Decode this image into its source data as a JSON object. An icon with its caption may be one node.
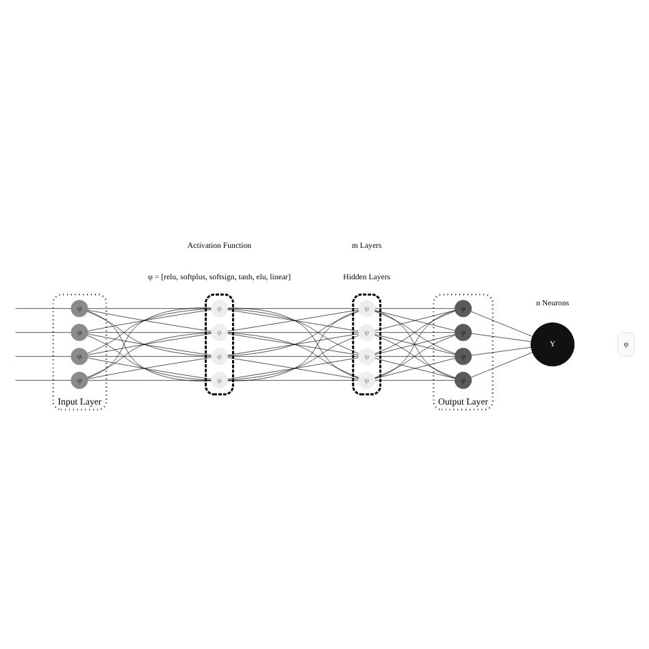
{
  "diagram": {
    "nodes": [
      {
        "text": [
          "Input Layer"
        ]
      },
      {
        "text": [
          "φ"
        ],
        "in": 0
      },
      {
        "text": [
          "φ"
        ],
        "in": 0
      },
      {
        "text": [
          "φ"
        ],
        "in": 0
      },
      {
        "text": [
          "φ"
        ],
        "in": 0
      },
      {
        "text": [],
        "shape": "ellipse"
      },
      {
        "text": [
          "φ"
        ],
        "in": 5
      },
      {
        "text": [
          "φ"
        ],
        "in": 5
      },
      {
        "text": [
          "φ"
        ],
        "in": 5
      },
      {
        "text": [
          "φ"
        ],
        "in": 5
      },
      {
        "text": [],
        "shape": "ellipse"
      },
      {
        "text": [
          "φ"
        ],
        "in": 10
      },
      {
        "text": [
          "φ"
        ],
        "in": 10
      },
      {
        "text": [
          "φ"
        ],
        "in": 10
      },
      {
        "text": [
          "φ"
        ],
        "in": 10
      },
      {
        "text": [
          "Output Layer"
        ]
      },
      {
        "text": [
          "φ"
        ],
        "in": 15
      },
      {
        "text": [
          "φ"
        ],
        "in": 15
      },
      {
        "text": [
          "φ"
        ],
        "in": 15
      },
      {
        "text": [
          "φ"
        ],
        "in": 15
      },
      {
        "text": [
          "Y"
        ]
      },
      {
        "text": [
          "φ"
        ]
      }
    ],
    "edges": [
      {
        "from": null,
        "to": 1,
        "arrow": "none"
      },
      {
        "from": null,
        "to": 2,
        "arrow": "none"
      },
      {
        "from": null,
        "to": 3,
        "arrow": "none"
      },
      {
        "from": null,
        "to": 4,
        "arrow": "none"
      },
      {
        "from": 1,
        "to": 6,
        "arrow": "none"
      },
      {
        "from": 1,
        "to": 7,
        "arrow": "none"
      },
      {
        "from": 1,
        "to": 8,
        "arrow": "none"
      },
      {
        "from": 1,
        "to": 9,
        "arrow": "none"
      },
      {
        "from": 2,
        "to": 6,
        "arrow": "none"
      },
      {
        "from": 2,
        "to": 7,
        "arrow": "none"
      },
      {
        "from": 2,
        "to": 8,
        "arrow": "none"
      },
      {
        "from": 2,
        "to": 9,
        "arrow": "none"
      },
      {
        "from": 3,
        "to": 6,
        "arrow": "none"
      },
      {
        "from": 3,
        "to": 7,
        "arrow": "none"
      },
      {
        "from": 3,
        "to": 8,
        "arrow": "none"
      },
      {
        "from": 3,
        "to": 9,
        "arrow": "none"
      },
      {
        "from": 4,
        "to": 6,
        "arrow": "none"
      },
      {
        "from": 4,
        "to": 7,
        "arrow": "none"
      },
      {
        "from": 4,
        "to": 8,
        "arrow": "none"
      },
      {
        "from": 4,
        "to": 9,
        "arrow": "none"
      },
      {
        "from": 6,
        "to": 11,
        "arrow": "none"
      },
      {
        "from": 6,
        "to": 12,
        "arrow": "none"
      },
      {
        "from": 6,
        "to": 13,
        "arrow": "none"
      },
      {
        "from": 6,
        "to": 14,
        "arrow": "none"
      },
      {
        "from": 7,
        "to": 11,
        "arrow": "none"
      },
      {
        "from": 7,
        "to": 12,
        "arrow": "none"
      },
      {
        "from": 7,
        "to": 13,
        "arrow": "none"
      },
      {
        "from": 7,
        "to": 14,
        "arrow": "none"
      },
      {
        "from": 8,
        "to": 11,
        "arrow": "none"
      },
      {
        "from": 8,
        "to": 12,
        "arrow": "none"
      },
      {
        "from": 8,
        "to": 13,
        "arrow": "none"
      },
      {
        "from": 8,
        "to": 14,
        "arrow": "none"
      },
      {
        "from": 9,
        "to": 11,
        "arrow": "none"
      },
      {
        "from": 9,
        "to": 12,
        "arrow": "none"
      },
      {
        "from": 9,
        "to": 13,
        "arrow": "none"
      },
      {
        "from": 9,
        "to": 14,
        "arrow": "none"
      },
      {
        "from": 11,
        "to": 16,
        "arrow": "none"
      },
      {
        "from": 11,
        "to": 17,
        "arrow": "none"
      },
      {
        "from": 11,
        "to": 18,
        "arrow": "none"
      },
      {
        "from": 11,
        "to": 19,
        "arrow": "none"
      },
      {
        "from": 12,
        "to": 16,
        "arrow": "none"
      },
      {
        "from": 12,
        "to": 17,
        "arrow": "none"
      },
      {
        "from": 12,
        "to": 18,
        "arrow": "none"
      },
      {
        "from": 12,
        "to": 19,
        "arrow": "none"
      },
      {
        "from": 13,
        "to": 16,
        "arrow": "none"
      },
      {
        "from": 13,
        "to": 17,
        "arrow": "none"
      },
      {
        "from": 13,
        "to": 18,
        "arrow": "none"
      },
      {
        "from": 13,
        "to": 19,
        "arrow": "none"
      },
      {
        "from": 14,
        "to": 16,
        "arrow": "none"
      },
      {
        "from": 14,
        "to": 17,
        "arrow": "none"
      },
      {
        "from": 14,
        "to": 18,
        "arrow": "none"
      },
      {
        "from": 14,
        "to": 19,
        "arrow": "none"
      },
      {
        "from": 16,
        "to": 20,
        "arrow": "none"
      },
      {
        "from": 17,
        "to": 20,
        "arrow": "none"
      },
      {
        "from": 18,
        "to": 20,
        "arrow": "none"
      },
      {
        "from": 19,
        "to": 20,
        "arrow": "none"
      }
    ],
    "labels": [
      "Activation Function",
      "φ = [relu, softplus, softsign, tanh, elu, linear]",
      "n Neurons",
      "m Layers",
      "Hidden Layers"
    ]
  }
}
